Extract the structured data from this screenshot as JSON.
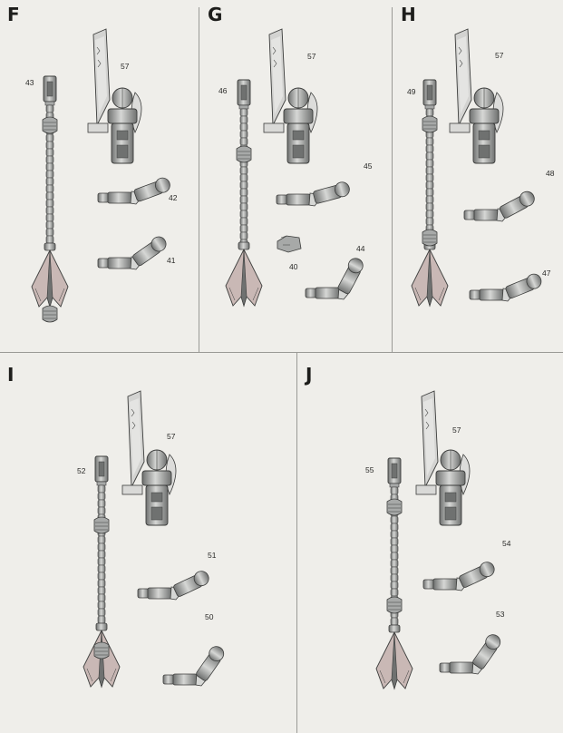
{
  "colors": {
    "paper": "#efeeea",
    "metal": "#a7a9a8",
    "metal_dark": "#6f7170",
    "metal_light": "#d6d7d5",
    "outline": "#3c3d3c",
    "divider": "#9a9a96"
  },
  "panels": [
    {
      "letter": "F",
      "labels": {
        "staff": "43",
        "blade": "57",
        "arm_upper": "42",
        "arm_lower": "41"
      }
    },
    {
      "letter": "G",
      "labels": {
        "staff": "46",
        "blade": "57",
        "arm_upper": "45",
        "hand": "40",
        "arm_lower": "44"
      }
    },
    {
      "letter": "H",
      "labels": {
        "staff": "49",
        "blade": "57",
        "arm_upper": "48",
        "arm_lower": "47"
      }
    },
    {
      "letter": "I",
      "labels": {
        "staff": "52",
        "blade": "57",
        "arm_upper": "51",
        "arm_lower": "50"
      }
    },
    {
      "letter": "J",
      "labels": {
        "staff": "55",
        "blade": "57",
        "arm_upper": "54",
        "arm_lower": "53"
      }
    }
  ]
}
